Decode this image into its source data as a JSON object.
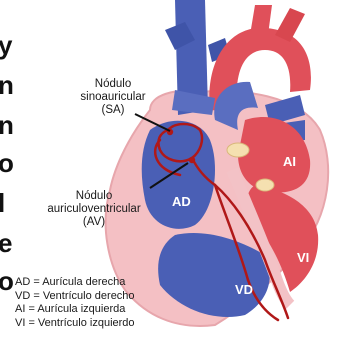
{
  "labels": {
    "sa_node": [
      "Nódulo",
      "sinoauricular",
      "(SA)"
    ],
    "av_node": [
      "Nódulo",
      "auriculoventricular",
      "(AV)"
    ]
  },
  "chambers": {
    "ad": "AD",
    "ai": "AI",
    "vd": "VD",
    "vi": "VI"
  },
  "legend": [
    "AD = Aurícula derecha",
    "VD = Ventrículo derecho",
    "AI = Aurícula izquierda",
    "VI = Ventrículo izquierdo"
  ],
  "left_edge_letters": [
    "y",
    "n",
    "n",
    "o",
    "l",
    "e",
    "o"
  ],
  "colors": {
    "oxygen_poor": "#4a5fb5",
    "oxygen_rich": "#e0505a",
    "conduction": "#b01818",
    "wall": "#f3c2c6"
  }
}
